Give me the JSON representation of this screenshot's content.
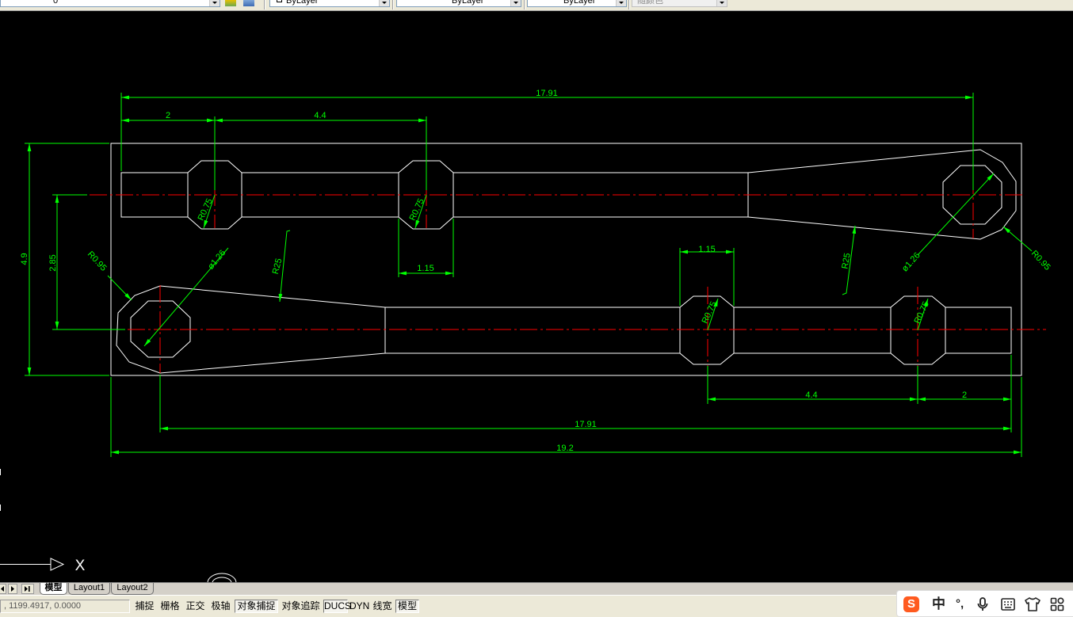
{
  "colors": {
    "background": "#000000",
    "geometry": "#ffffff",
    "centerline": "#ff0000",
    "dimension": "#00ff00"
  },
  "toolbar": {
    "layer": {
      "value": "0",
      "icons": [
        "layer-on-icon",
        "layer-freeze-icon",
        "layer-lock-icon",
        "layer-color-swatch"
      ]
    },
    "layer_tools": [
      "layer-previous-icon",
      "layer-states-icon"
    ],
    "color": {
      "value": "ByLayer"
    },
    "linetype": {
      "value": "ByLayer"
    },
    "lineweight": {
      "value": "ByLayer"
    },
    "plotstyle": {
      "value": "随颜色",
      "enabled": false
    }
  },
  "drawing": {
    "dims": {
      "top_overall": "17.91",
      "top_offset": "2",
      "top_pitch": "4.4",
      "overall_height": "4.9",
      "center_distance": "2.85",
      "left_outer_radius": "R0.95",
      "left_hole_diameter": "ø1.26",
      "left_taper_radius": "R25",
      "upper_joint_1_radius": "R0.75",
      "upper_joint_2_radius": "R0.75",
      "upper_joint_width": "1.15",
      "lower_joint_width": "1.15",
      "lower_joint_1_radius": "R0.75",
      "lower_joint_2_radius": "R0.75",
      "right_taper_radius": "R25",
      "right_hole_diameter": "ø1.26",
      "right_outer_radius": "R0.95",
      "bottom_pitch": "4.4",
      "bottom_offset": "2",
      "bottom_overall": "17.91",
      "overall_width": "19.2"
    }
  },
  "ucs": {
    "x_axis_label": "X"
  },
  "layout_tabs": {
    "nav": [
      "first-layout-icon",
      "prev-layout-icon",
      "next-layout-icon",
      "last-layout-icon"
    ],
    "active": 0,
    "items": [
      {
        "label": "模型"
      },
      {
        "label": "Layout1"
      },
      {
        "label": "Layout2"
      }
    ]
  },
  "status": {
    "coords": ", 1199.4917, 0.0000",
    "buttons": [
      {
        "label": "捕捉",
        "pressed": false
      },
      {
        "label": "栅格",
        "pressed": false
      },
      {
        "label": "正交",
        "pressed": false
      },
      {
        "label": "极轴",
        "pressed": false
      },
      {
        "label": "对象捕捉",
        "pressed": true
      },
      {
        "label": "对象追踪",
        "pressed": false
      },
      {
        "label": "DUCS",
        "pressed": true
      },
      {
        "label": "DYN",
        "pressed": false
      },
      {
        "label": "线宽",
        "pressed": false
      },
      {
        "label": "模型",
        "pressed": true
      }
    ]
  },
  "ime": {
    "logo": "S",
    "mode": "中",
    "punctuation": "°,",
    "icons": [
      "microphone-icon",
      "keyboard-icon",
      "skin-shirt-icon",
      "toolbox-grid-icon"
    ]
  }
}
